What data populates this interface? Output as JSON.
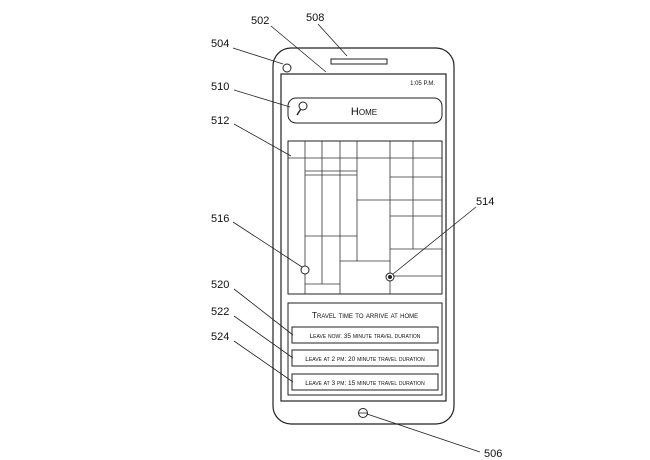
{
  "reference_numerals": {
    "phone": "502",
    "camera": "504",
    "home_button": "506",
    "speaker": "508",
    "search_bar": "510",
    "map": "512",
    "destination_marker": "514",
    "current_location_marker": "516",
    "option_now": "520",
    "option_2pm": "522",
    "option_3pm": "524"
  },
  "status_bar": {
    "time": "1:05 P.M."
  },
  "search": {
    "query": "Home",
    "icon": "magnifier-icon"
  },
  "travel_panel": {
    "title": "Travel time to arrive at home",
    "options": [
      {
        "label": "Leave now: 35 minute travel duration"
      },
      {
        "label": "Leave at 2 pm: 20 minute travel duration"
      },
      {
        "label": "Leave at 3 pm: 15 minute travel duration"
      }
    ]
  }
}
